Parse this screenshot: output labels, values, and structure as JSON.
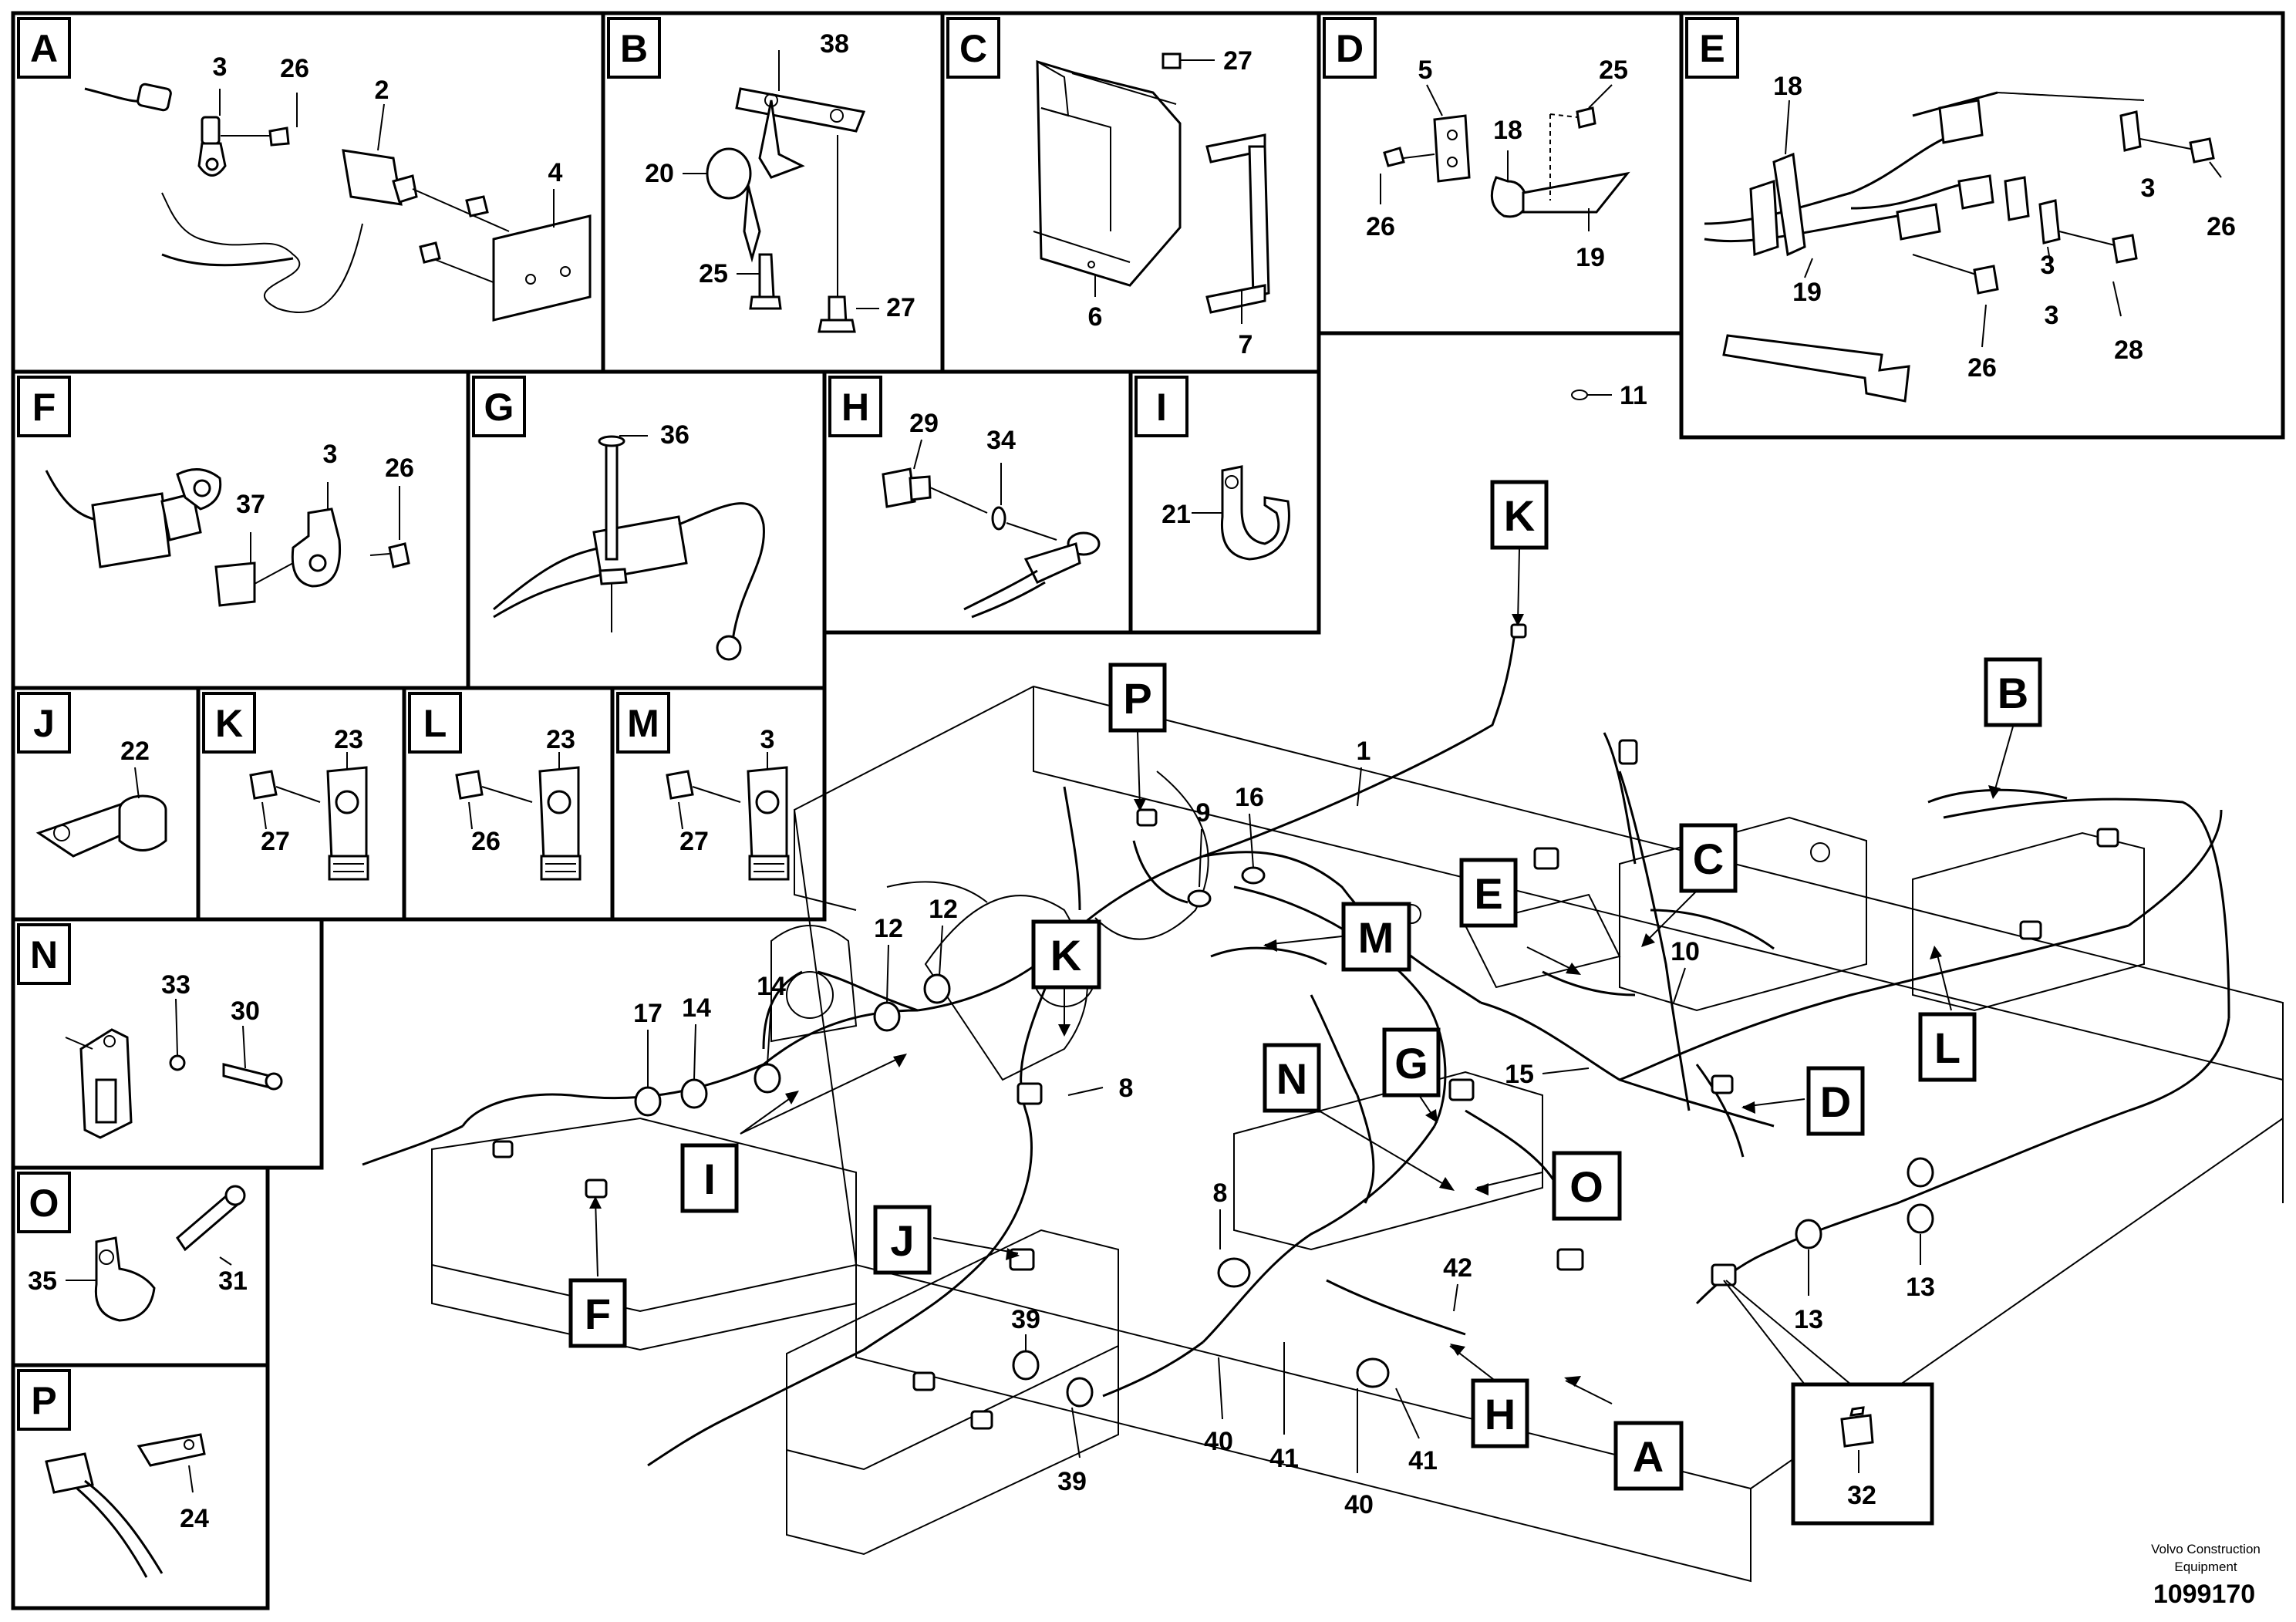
{
  "diagram": {
    "panels": [
      {
        "letter": "A",
        "numbers": [
          "3",
          "26",
          "2",
          "4"
        ]
      },
      {
        "letter": "B",
        "numbers": [
          "38",
          "20",
          "25",
          "27"
        ]
      },
      {
        "letter": "C",
        "numbers": [
          "27",
          "6",
          "7"
        ]
      },
      {
        "letter": "D",
        "numbers": [
          "5",
          "25",
          "18",
          "26",
          "19"
        ]
      },
      {
        "letter": "E",
        "numbers": [
          "18",
          "3",
          "26",
          "19",
          "3",
          "26",
          "3",
          "28"
        ]
      },
      {
        "letter": "F",
        "numbers": [
          "3",
          "26",
          "37"
        ]
      },
      {
        "letter": "G",
        "numbers": [
          "36"
        ]
      },
      {
        "letter": "H",
        "numbers": [
          "29",
          "34"
        ]
      },
      {
        "letter": "I",
        "numbers": [
          "21"
        ]
      },
      {
        "letter": "J",
        "numbers": [
          "22"
        ]
      },
      {
        "letter": "K",
        "numbers": [
          "23",
          "27"
        ]
      },
      {
        "letter": "L",
        "numbers": [
          "23",
          "26"
        ]
      },
      {
        "letter": "M",
        "numbers": [
          "3",
          "27"
        ]
      },
      {
        "letter": "N",
        "numbers": [
          "33",
          "30"
        ]
      },
      {
        "letter": "O",
        "numbers": [
          "35",
          "31"
        ]
      },
      {
        "letter": "P",
        "numbers": [
          "24"
        ]
      }
    ],
    "loose_part_label": "11",
    "callouts": [
      "K",
      "P",
      "B",
      "C",
      "E",
      "M",
      "K",
      "I",
      "G",
      "N",
      "O",
      "D",
      "L",
      "J",
      "F",
      "H",
      "A"
    ],
    "callout_32_label": "32",
    "main_numbers": [
      "1",
      "16",
      "9",
      "12",
      "12",
      "14",
      "14",
      "17",
      "8",
      "8",
      "10",
      "15",
      "42",
      "13",
      "13",
      "39",
      "39",
      "40",
      "40",
      "41",
      "41"
    ],
    "footer": {
      "company_line1": "Volvo Construction",
      "company_line2": "Equipment",
      "doc_number": "1099170"
    }
  }
}
